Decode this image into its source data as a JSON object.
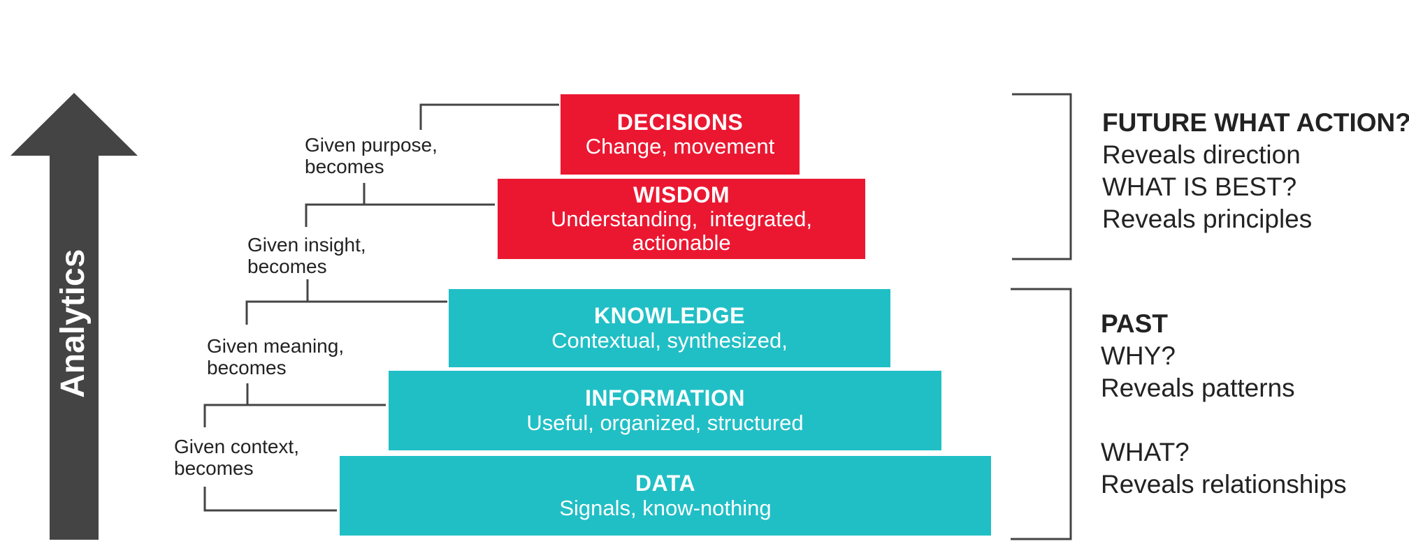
{
  "arrow": {
    "label": "Analytics",
    "color": "#444444"
  },
  "colors": {
    "upper": "#eb1731",
    "lower": "#20bfc5",
    "connector": "#444444"
  },
  "pyramid": [
    {
      "title": "DECISIONS",
      "desc": "Change, movement"
    },
    {
      "title": "WISDOM",
      "desc_line1": "Understanding,  integrated,",
      "desc_line2": "actionable"
    },
    {
      "title": "KNOWLEDGE",
      "desc": "Contextual, synthesized,"
    },
    {
      "title": "INFORMATION",
      "desc": "Useful, organized, structured"
    },
    {
      "title": "DATA",
      "desc": "Signals, know-nothing"
    }
  ],
  "transitions": [
    {
      "line1": "Given purpose,",
      "line2": "becomes"
    },
    {
      "line1": "Given insight,",
      "line2": "becomes"
    },
    {
      "line1": "Given meaning,",
      "line2": "becomes"
    },
    {
      "line1": "Given context,",
      "line2": "becomes"
    }
  ],
  "future": {
    "head": "FUTURE WHAT ACTION?",
    "lines": [
      "Reveals direction",
      "WHAT IS BEST?",
      "Reveals principles"
    ]
  },
  "past": {
    "head": "PAST",
    "lines": [
      "WHY?",
      "Reveals patterns",
      "WHAT?",
      "Reveals relationships"
    ]
  }
}
